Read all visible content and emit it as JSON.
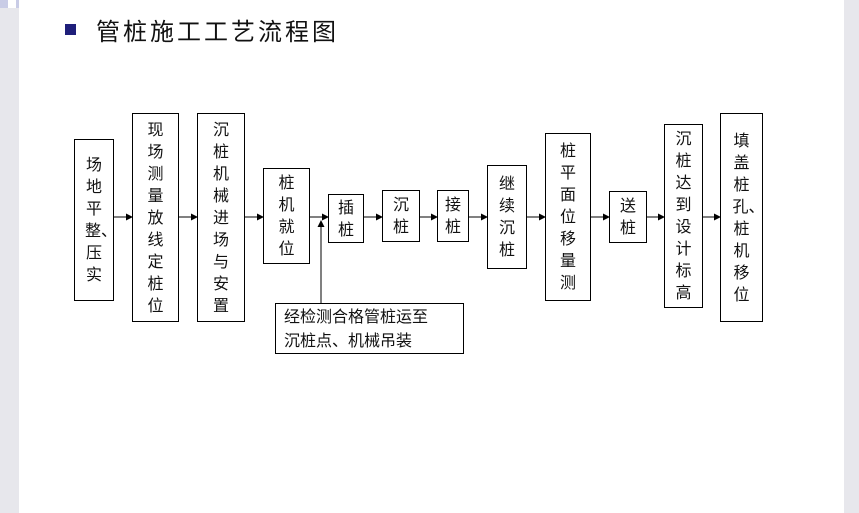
{
  "title": "管桩施工工艺流程图",
  "steps": [
    "场地平整、压实",
    "现场测量放线定桩位",
    "沉桩机械进场与安置",
    "桩机就位",
    "插桩",
    "沉桩",
    "接桩",
    "继续沉桩",
    "桩平面位移量测",
    "送桩",
    "沉桩达到设计标高",
    "填盖桩孔、桩机移位"
  ],
  "note": "经检测合格管桩运至\n沉桩点、机械吊装"
}
